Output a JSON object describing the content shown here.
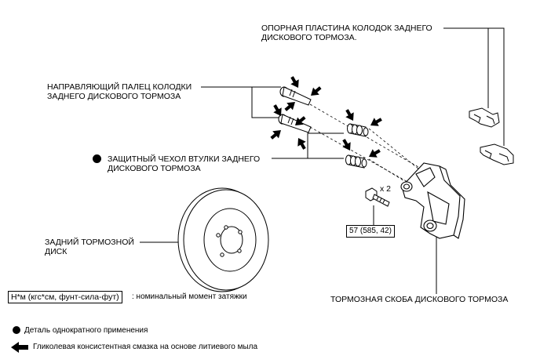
{
  "labels": {
    "support_plate": [
      "ОПОРНАЯ ПЛАСТИНА КОЛОДОК ЗАДНЕГО",
      "ДИСКОВОГО ТОРМОЗА."
    ],
    "guide_pin": [
      "НАПРАВЛЯЮЩИЙ ПАЛЕЦ КОЛОДКИ",
      "ЗАДНЕГО ДИСКОВОГО ТОРМОЗА"
    ],
    "boot": [
      "ЗАЩИТНЫЙ ЧЕХОЛ ВТУЛКИ ЗАДНЕГО",
      "ДИСКОВОГО ТОРМОЗА"
    ],
    "disc": [
      "ЗАДНИЙ ТОРМОЗНОЙ",
      "ДИСК"
    ],
    "caliper": "ТОРМОЗНАЯ СКОБА ДИСКОВОГО ТОРМОЗА",
    "quantity": "x 2",
    "torque_value": "57 (585, 42)"
  },
  "legend": {
    "torque_box": "Н*м (кгс*см, фунт-сила-фут)",
    "torque_desc": ": номинальный момент затяжки",
    "non_reusable": "Деталь однократного применения",
    "grease": "Гликолевая консистентная смазка на основе литиевого мыла"
  },
  "icons": {
    "non_reusable": "filled-circle-icon",
    "grease": "left-arrow-icon",
    "apply_grease": "grease-arrow-icon"
  }
}
